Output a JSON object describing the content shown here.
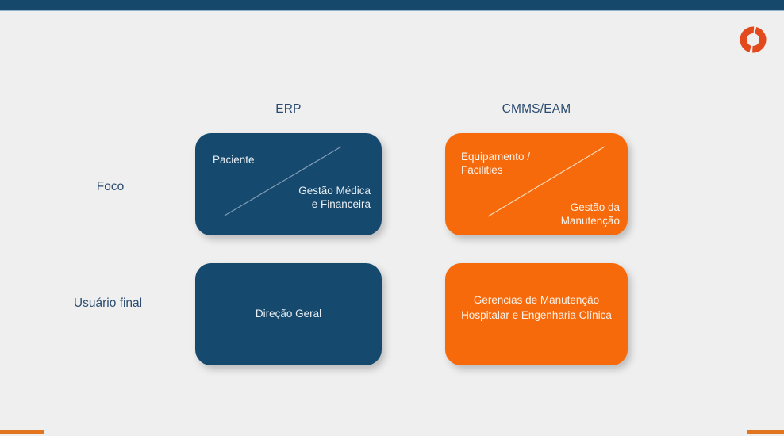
{
  "slide": {
    "background_color": "#efefef",
    "top_bar": {
      "color": "#15486b",
      "accent_line_color": "#93b2ca"
    },
    "footer": {
      "accent_color": "#e2761f"
    },
    "logo": {
      "name": "ring-logo",
      "color": "#e2491c"
    },
    "header_text_color": "#2b4c70"
  },
  "matrix": {
    "column_headers": [
      {
        "label": "ERP"
      },
      {
        "label": "CMMS/EAM"
      }
    ],
    "row_labels": [
      {
        "label": "Foco"
      },
      {
        "label": "Usuário final"
      }
    ],
    "cards": {
      "foco_erp": {
        "bg": "#15496d",
        "text_color": "#e9eff5",
        "line_color": "#7f9cb8",
        "top_left": "Paciente",
        "bottom_right": "Gestão Médica\ne Financeira"
      },
      "foco_cmms": {
        "bg": "#f76a0c",
        "text_color": "#fdf3e9",
        "line_color": "#fbd9b4",
        "top_left_line1": "Equipamento /",
        "top_left_line2": "Facilities",
        "bottom_right": "Gestão da\nManutenção"
      },
      "usuario_erp": {
        "bg": "#15496d",
        "text_color": "#e9eff5",
        "center": "Direção Geral"
      },
      "usuario_cmms": {
        "bg": "#f76a0c",
        "text_color": "#fdf3e9",
        "center": "Gerencias de Manutenção\nHospitalar e Engenharia Clínica"
      }
    }
  }
}
